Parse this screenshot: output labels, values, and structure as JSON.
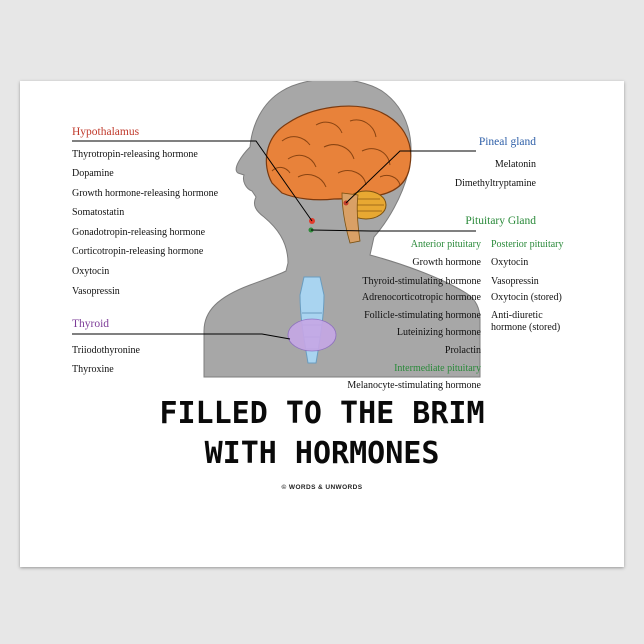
{
  "hypothalamus": {
    "heading": "Hypothalamus",
    "color": "#c0392b",
    "items": [
      "Thyrotropin-releasing hormone",
      "Dopamine",
      "Growth hormone-releasing hormone",
      "Somatostatin",
      "Gonadotropin-releasing hormone",
      "Corticotropin-releasing hormone",
      "Oxytocin",
      "Vasopressin"
    ]
  },
  "thyroid": {
    "heading": "Thyroid",
    "color": "#7d3c98",
    "items": [
      "Triiodothyronine",
      "Thyroxine"
    ]
  },
  "pineal": {
    "heading": "Pineal gland",
    "color": "#2e5fa8",
    "items": [
      "Melatonin",
      "Dimethyltryptamine"
    ]
  },
  "pituitary": {
    "heading": "Pituitary Gland",
    "color": "#2a8a3a",
    "anterior": {
      "heading": "Anterior pituitary",
      "items": [
        "Growth hormone",
        "Thyroid-stimulating hormone",
        "Adrenocorticotropic hormone",
        "Follicle-stimulating hormone",
        "Luteinizing hormone",
        "Prolactin"
      ]
    },
    "posterior": {
      "heading": "Posterior pituitary",
      "items": [
        "Oxytocin",
        "Vasopressin",
        "Oxytocin (stored)",
        "Anti-diuretic",
        "hormone (stored)"
      ]
    },
    "intermediate": {
      "heading": "Intermediate pituitary",
      "items": [
        "Melanocyte-stimulating hormone"
      ]
    }
  },
  "title_line1": "FILLED TO THE BRIM",
  "title_line2": "WITH HORMONES",
  "copyright": "© WORDS & UNWORDS"
}
